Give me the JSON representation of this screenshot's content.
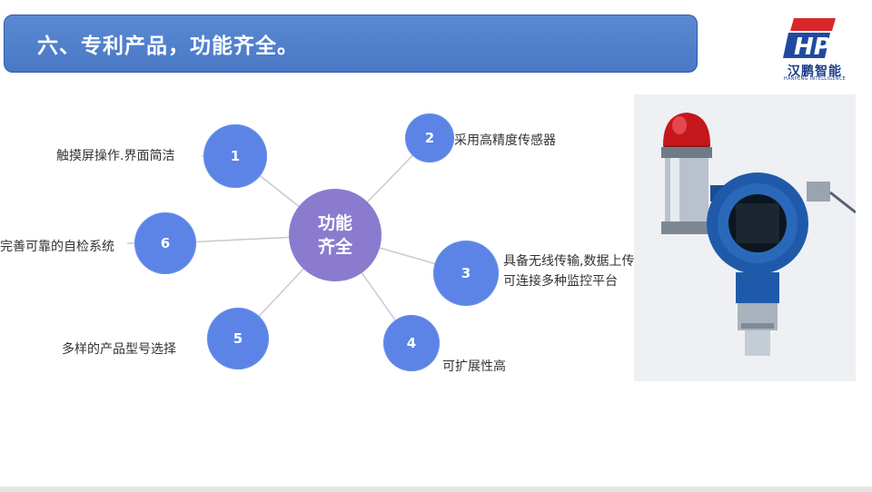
{
  "slide": {
    "title": "六、专利产品，功能齐全。"
  },
  "logo": {
    "name": "汉鹏智能",
    "subtitle": "HANPENG INTELLIGENCE",
    "mark": "HP"
  },
  "center": {
    "line1": "功能",
    "line2": "齐全"
  },
  "nodes": [
    {
      "number": "1",
      "label": "触摸屏操作.界面简洁"
    },
    {
      "number": "2",
      "label": "采用高精度传感器"
    },
    {
      "number": "3",
      "label": "具备无线传输,数据上传,可连接多种监控平台"
    },
    {
      "number": "4",
      "label": "可扩展性高"
    },
    {
      "number": "5",
      "label": "多样的产品型号选择"
    },
    {
      "number": "6",
      "label": "完善可靠的自检系统"
    }
  ],
  "colors": {
    "title_bar": "#4a78c6",
    "node": "#5b84e6",
    "center": "#8a7bcf",
    "connector": "#c8c8d0"
  },
  "photo": {
    "subject": "pressure-transmitter-with-alarm-light"
  }
}
